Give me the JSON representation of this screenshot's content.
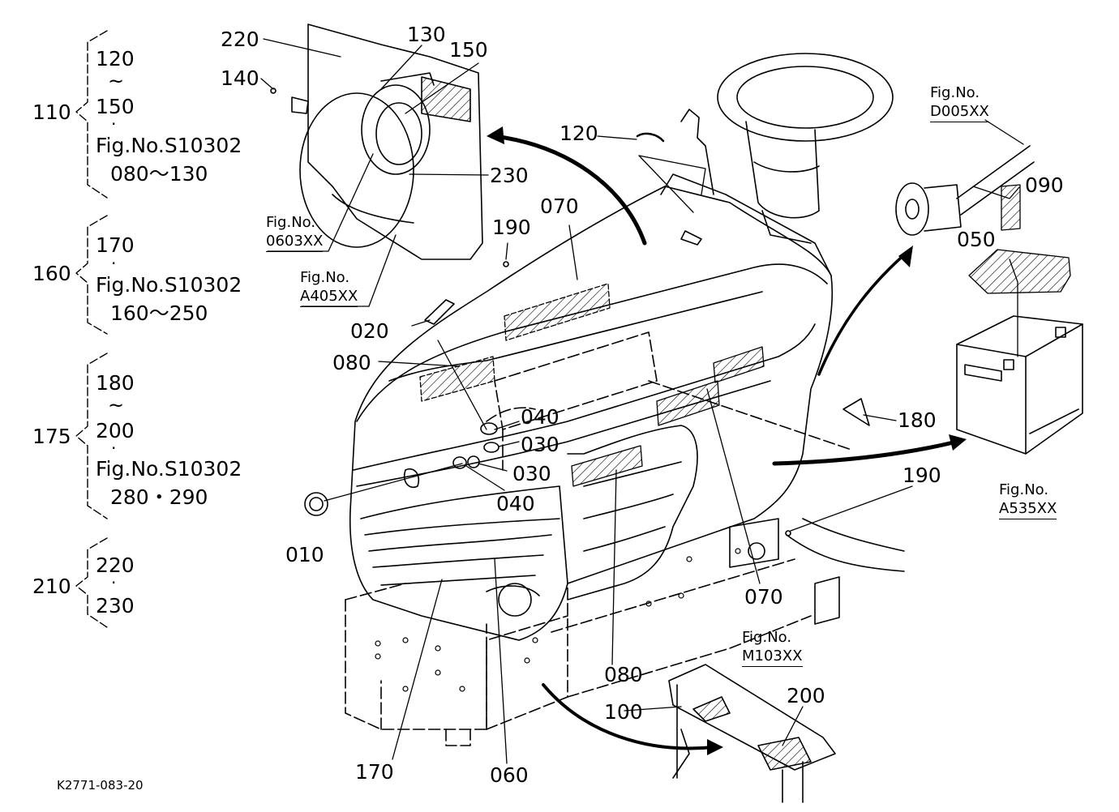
{
  "drawing_code": "K2771-083-20",
  "groups": [
    {
      "id": "110",
      "lines": [
        "120",
        "~",
        "150",
        "·",
        "Fig.No.S10302",
        "080～130"
      ]
    },
    {
      "id": "160",
      "lines": [
        "170",
        "·",
        "Fig.No.S10302",
        "160～250"
      ]
    },
    {
      "id": "175",
      "lines": [
        "180",
        "~",
        "200",
        "·",
        "Fig.No.S10302",
        "280・290"
      ]
    },
    {
      "id": "210",
      "lines": [
        "220",
        "·",
        "230"
      ]
    }
  ],
  "part_labels": {
    "p220": "220",
    "p130": "130",
    "p150": "150",
    "p140": "140",
    "p230": "230",
    "p120": "120",
    "p070a": "070",
    "p190a": "190",
    "p020": "020",
    "p080a": "080",
    "p040a": "040",
    "p030a": "030",
    "p030b": "030",
    "p040b": "040",
    "p010": "010",
    "p090": "090",
    "p050": "050",
    "p180": "180",
    "p190b": "190",
    "p070b": "070",
    "p080b": "080",
    "p100": "100",
    "p200": "200",
    "p170": "170",
    "p060": "060"
  },
  "fig_refs": {
    "f0603": {
      "line1": "Fig.No.",
      "line2": "0603XX"
    },
    "fA405": {
      "line1": "Fig.No.",
      "line2": "A405XX"
    },
    "fD005": {
      "line1": "Fig.No.",
      "line2": "D005XX"
    },
    "fA535": {
      "line1": "Fig.No.",
      "line2": "A535XX"
    },
    "fM103": {
      "line1": "Fig.No.",
      "line2": "M103XX"
    }
  }
}
